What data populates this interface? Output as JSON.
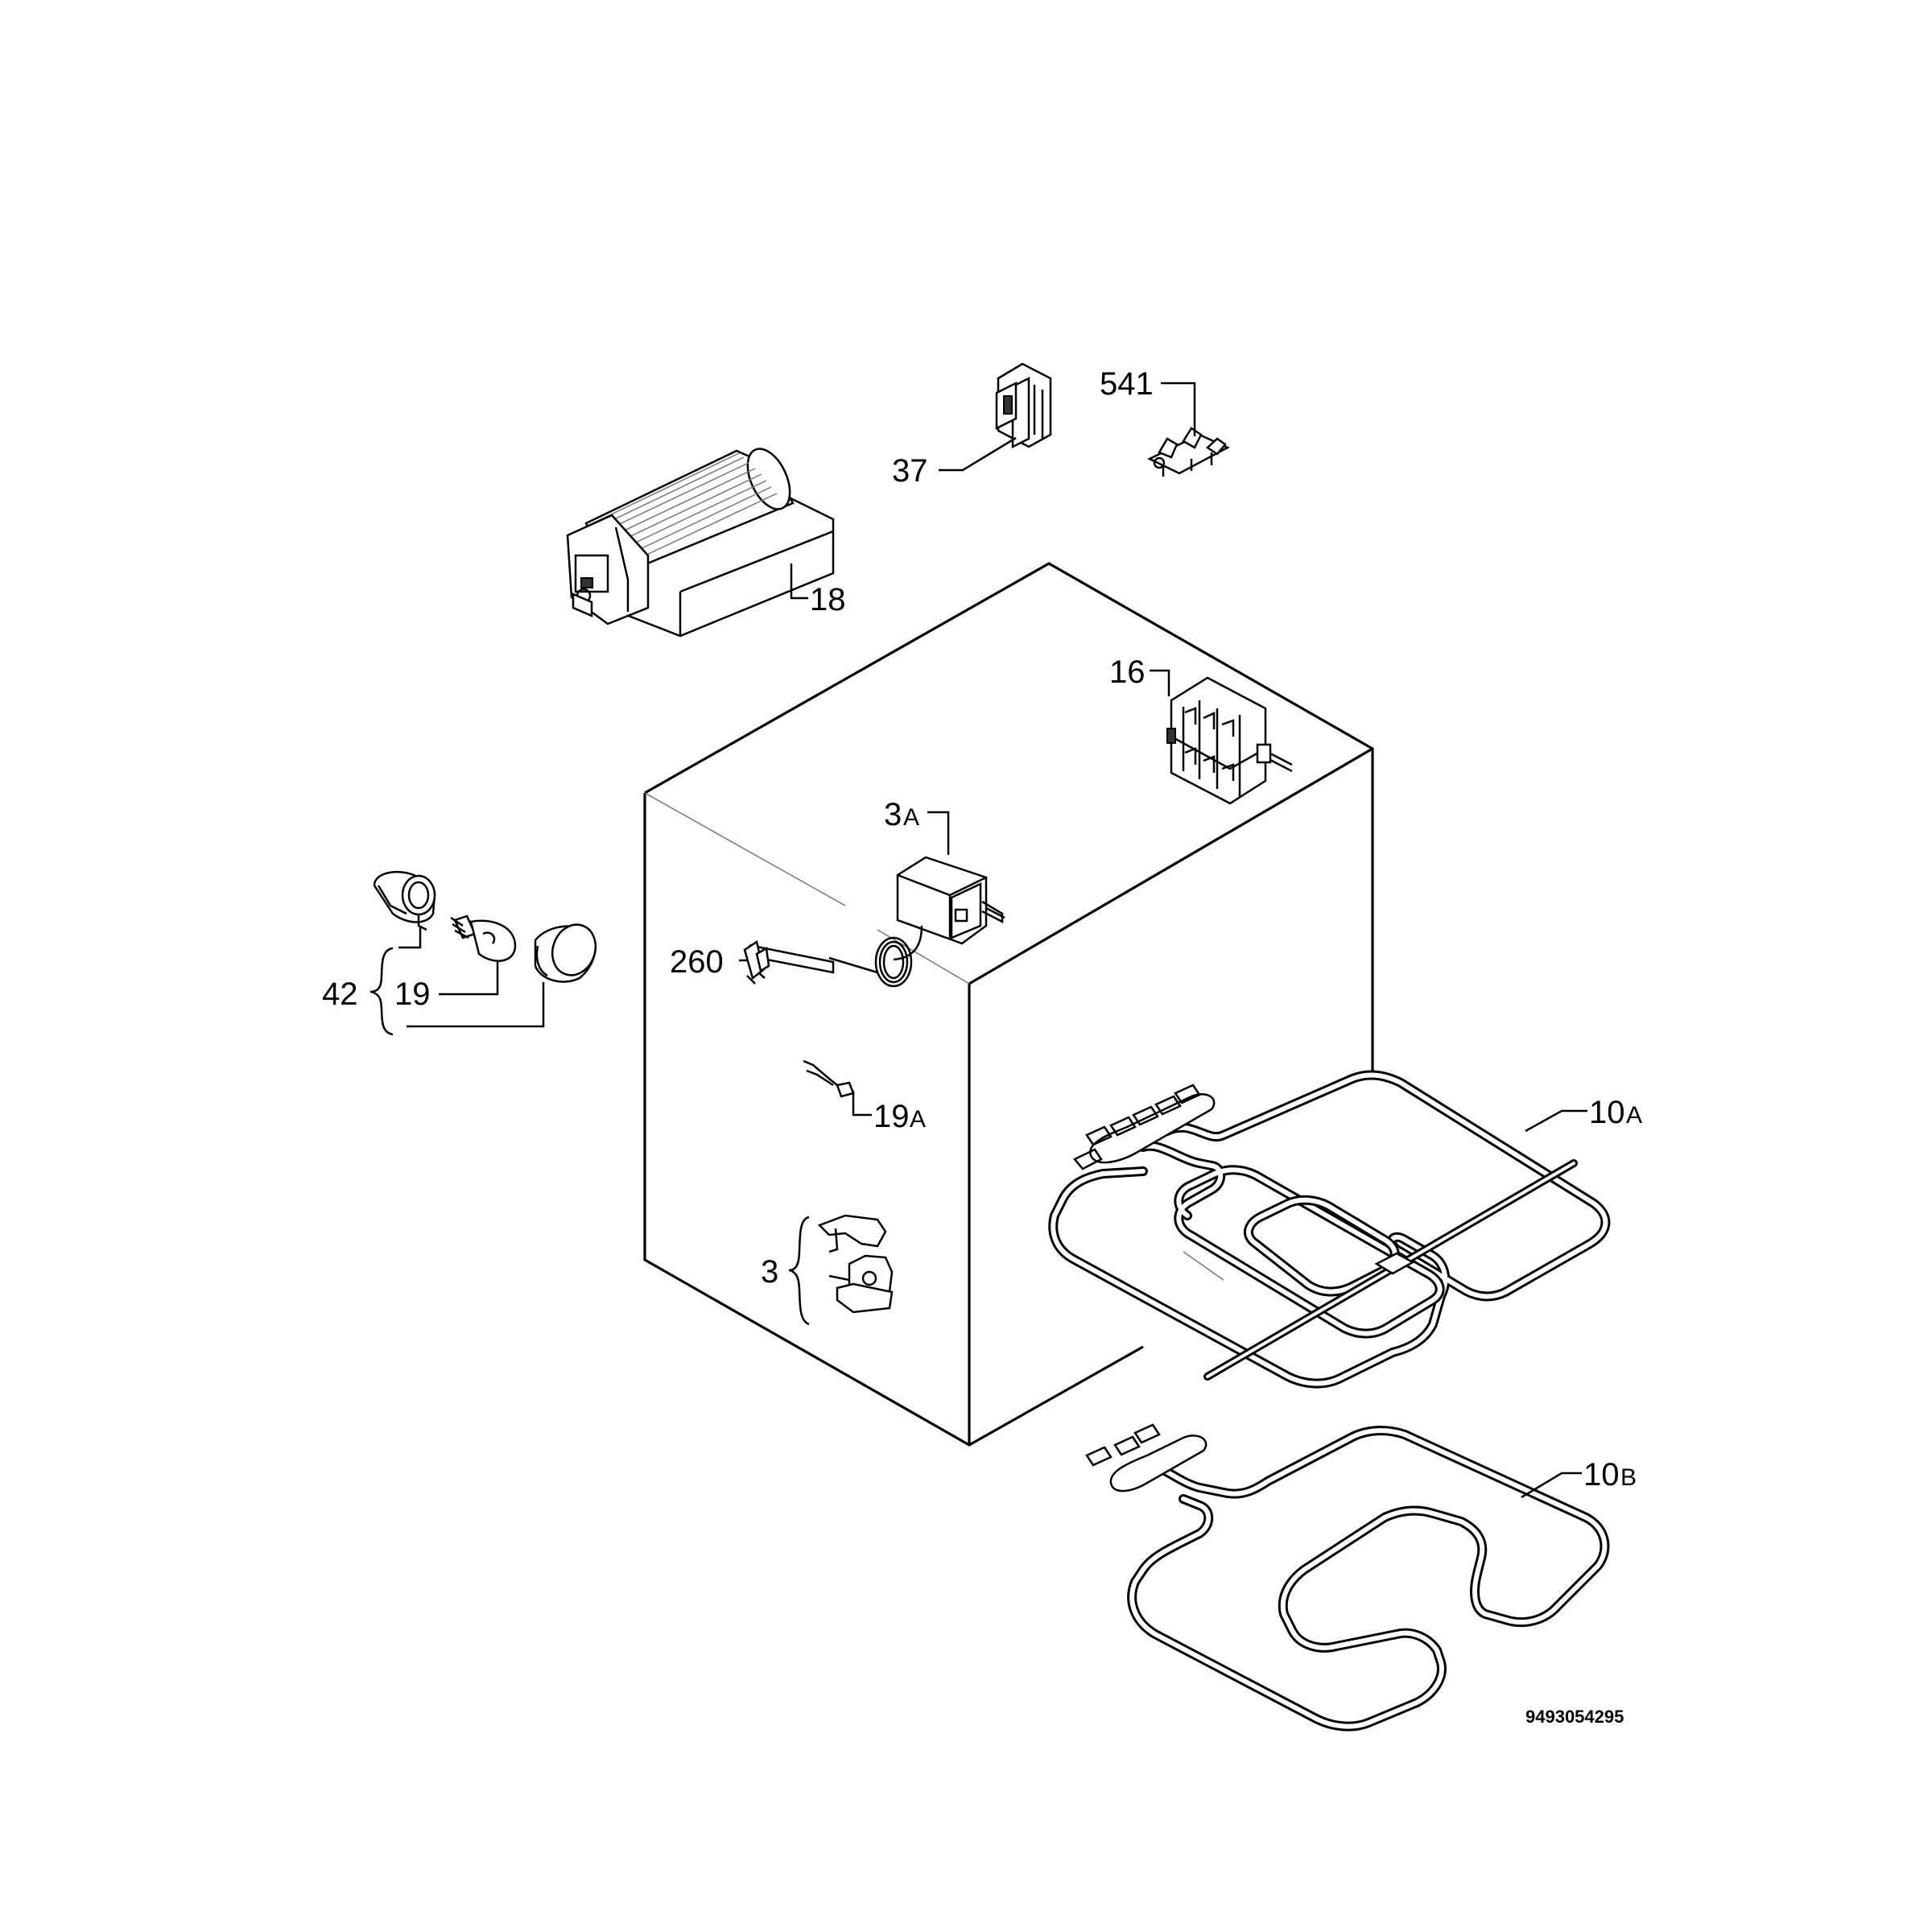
{
  "labels": {
    "l541": "541",
    "l37": "37",
    "l18": "18",
    "l16": "16",
    "l3a_num": "3",
    "l3a_suf": "A",
    "l260": "260",
    "l19a_num": "19",
    "l19a_suf": "A",
    "l42": "42",
    "l19": "19",
    "l3": "3",
    "l10a_num": "10",
    "l10a_suf": "A",
    "l10b_num": "10",
    "l10b_suf": "B"
  },
  "reference": "9493054295"
}
